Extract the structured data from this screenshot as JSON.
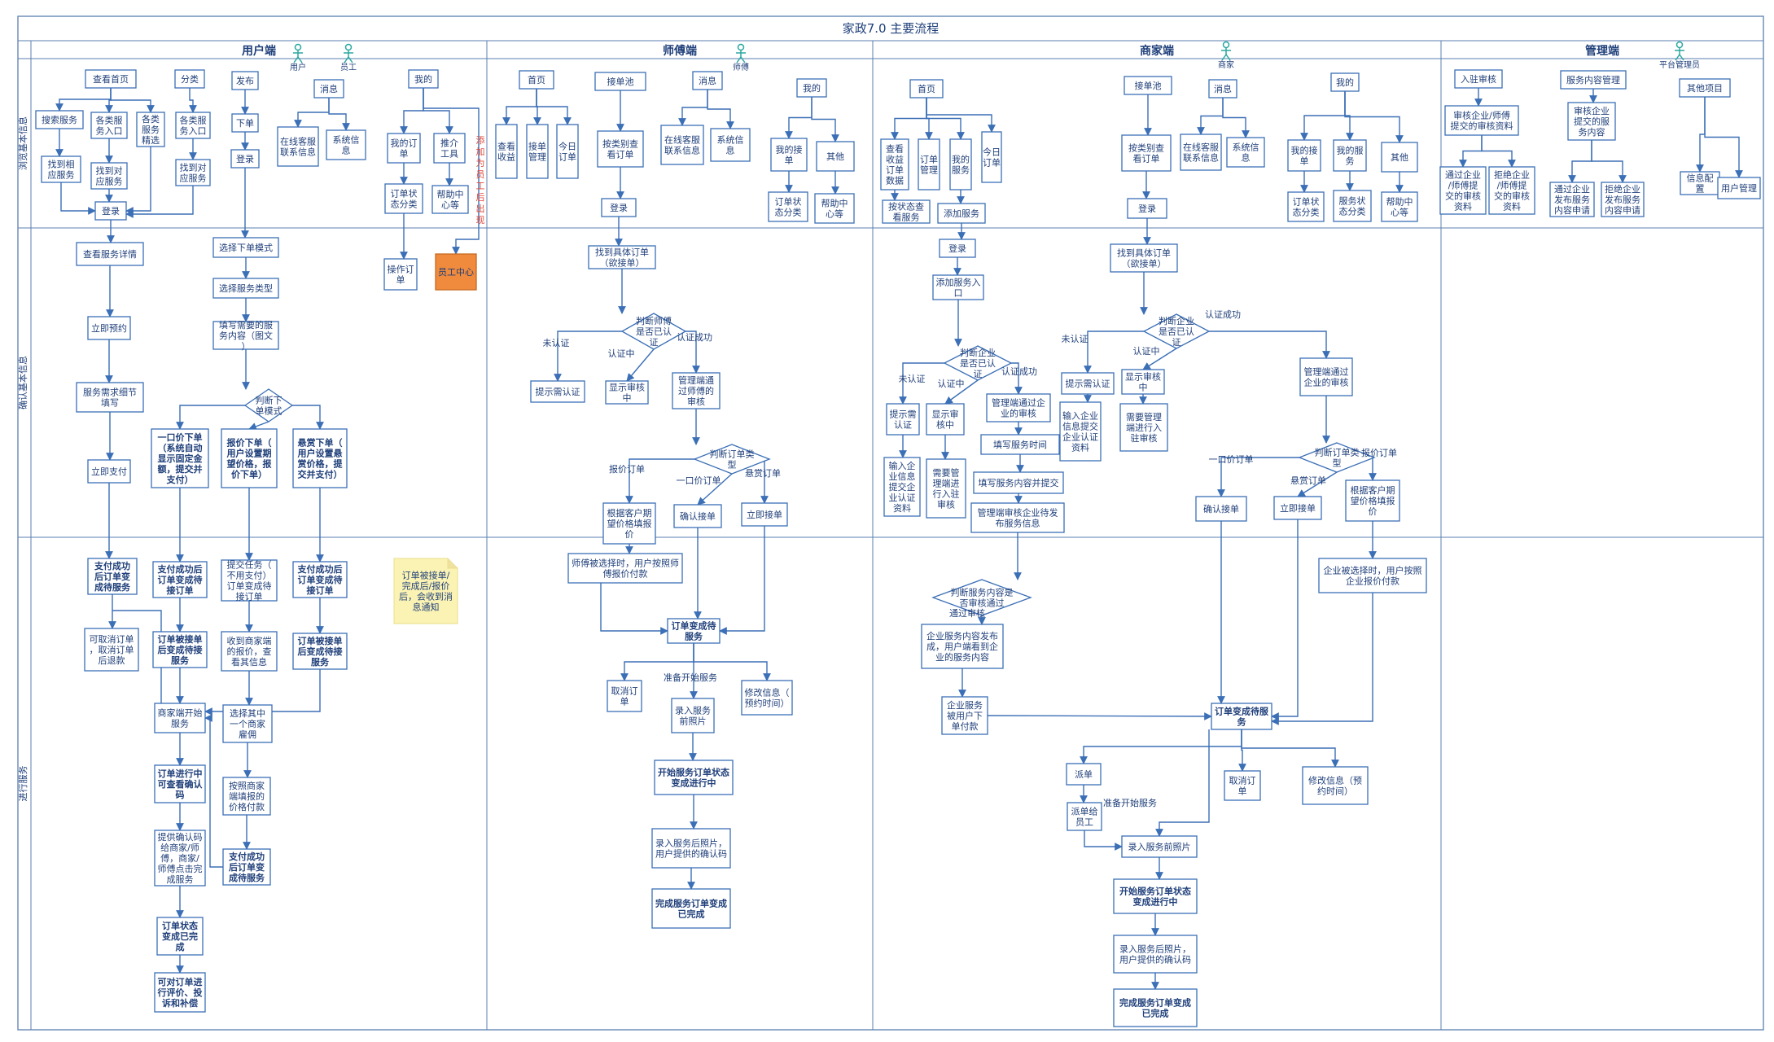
{
  "title": "家政7.0 主要流程",
  "lanes": [
    {
      "label": "用户端",
      "actors": [
        "用户",
        "员工"
      ]
    },
    {
      "label": "师傅端",
      "actors": [
        "师傅"
      ]
    },
    {
      "label": "商家端",
      "actors": [
        "商家"
      ]
    },
    {
      "label": "管理端",
      "actors": [
        "平台管理员"
      ]
    }
  ],
  "phases": [
    "浏览基本信息",
    "确认基本信息",
    "进行服务"
  ],
  "side_note": "添加为员工后出现",
  "sticky_note": "订单被接单/完成后/报价后，会收到消息通知",
  "nodes": [
    {
      "id": "u1",
      "text": "查看首页"
    },
    {
      "id": "u2",
      "text": "分类"
    },
    {
      "id": "u3",
      "text": "发布"
    },
    {
      "id": "u4",
      "text": "消息"
    },
    {
      "id": "u5",
      "text": "我的"
    },
    {
      "id": "u6",
      "text": "搜索服务"
    },
    {
      "id": "u7",
      "text": "各类服务入口"
    },
    {
      "id": "u8",
      "text": "各类服务精选"
    },
    {
      "id": "u9",
      "text": "各类服务入口"
    },
    {
      "id": "u10",
      "text": "找到相应服务"
    },
    {
      "id": "u11",
      "text": "找到对应服务"
    },
    {
      "id": "u12",
      "text": "找到对应服务"
    },
    {
      "id": "u13",
      "text": "登录"
    },
    {
      "id": "u14",
      "text": "下单"
    },
    {
      "id": "u15",
      "text": "登录"
    },
    {
      "id": "u16",
      "text": "在线客服联系信息"
    },
    {
      "id": "u17",
      "text": "系统信息"
    },
    {
      "id": "u18",
      "text": "我的订单"
    },
    {
      "id": "u19",
      "text": "推介工具"
    },
    {
      "id": "u20",
      "text": "订单状态分类"
    },
    {
      "id": "u21",
      "text": "帮助中心等"
    },
    {
      "id": "u22",
      "text": "操作订单"
    },
    {
      "id": "u23",
      "text": "员工中心"
    },
    {
      "id": "u24",
      "text": "查看服务详情"
    },
    {
      "id": "u25",
      "text": "选择下单模式"
    },
    {
      "id": "u26",
      "text": "选择服务类型"
    },
    {
      "id": "u27",
      "text": "立即预约"
    },
    {
      "id": "u28",
      "text": "填写需要的服务内容（图文）"
    },
    {
      "id": "u29",
      "text": "判断下单模式"
    },
    {
      "id": "u30",
      "text": "服务需求细节填写"
    },
    {
      "id": "u31",
      "text": "一口价下单（系统自动显示固定金额，提交并支付）"
    },
    {
      "id": "u32",
      "text": "报价下单（用户设置期望价格，报价下单）"
    },
    {
      "id": "u33",
      "text": "悬赏下单（用户设置悬赏价格，提交并支付）"
    },
    {
      "id": "u34",
      "text": "立即支付"
    },
    {
      "id": "u35",
      "text": "支付成功后订单变成待服务"
    },
    {
      "id": "u36",
      "text": "支付成功后订单变成待接订单"
    },
    {
      "id": "u37",
      "text": "提交任务（不用支付）订单变成待接订单"
    },
    {
      "id": "u38",
      "text": "支付成功后订单变成待接订单"
    },
    {
      "id": "u39",
      "text": "可取消订单，取消订单后退款"
    },
    {
      "id": "u40",
      "text": "订单被接单后变成待接服务"
    },
    {
      "id": "u41",
      "text": "收到商家端的报价，查看其信息"
    },
    {
      "id": "u42",
      "text": "订单被接单后变成待接服务"
    },
    {
      "id": "u43",
      "text": "商家端开始服务"
    },
    {
      "id": "u44",
      "text": "选择其中一个商家雇佣"
    },
    {
      "id": "u45",
      "text": "订单进行中可查看确认码"
    },
    {
      "id": "u46",
      "text": "按照商家端填报的价格付款"
    },
    {
      "id": "u47",
      "text": "提供确认码给商家/师傅，商家/师傅点击完成服务"
    },
    {
      "id": "u48",
      "text": "支付成功后订单变成待服务"
    },
    {
      "id": "u49",
      "text": "订单状态变成已完成"
    },
    {
      "id": "u50",
      "text": "可对订单进行评价、投诉和补偿"
    },
    {
      "id": "m1",
      "text": "首页"
    },
    {
      "id": "m2",
      "text": "接单池"
    },
    {
      "id": "m3",
      "text": "消息"
    },
    {
      "id": "m4",
      "text": "我的"
    },
    {
      "id": "m5",
      "text": "查看收益"
    },
    {
      "id": "m6",
      "text": "接单管理"
    },
    {
      "id": "m7",
      "text": "今日订单"
    },
    {
      "id": "m8",
      "text": "按类别查看订单"
    },
    {
      "id": "m9",
      "text": "在线客服联系信息"
    },
    {
      "id": "m10",
      "text": "系统信息"
    },
    {
      "id": "m11",
      "text": "我的接单"
    },
    {
      "id": "m12",
      "text": "其他"
    },
    {
      "id": "m13",
      "text": "登录"
    },
    {
      "id": "m14",
      "text": "订单状态分类"
    },
    {
      "id": "m15",
      "text": "帮助中心等"
    },
    {
      "id": "m16",
      "text": "找到具体订单（欲接单）"
    },
    {
      "id": "m17",
      "text": "判断师傅是否已认证"
    },
    {
      "id": "m18",
      "text": "提示需认证"
    },
    {
      "id": "m19",
      "text": "显示审核中"
    },
    {
      "id": "m20",
      "text": "管理端通过师傅的审核"
    },
    {
      "id": "m21",
      "text": "判断订单类型"
    },
    {
      "id": "m22",
      "text": "根据客户期望价格填报价"
    },
    {
      "id": "m23",
      "text": "确认接单"
    },
    {
      "id": "m24",
      "text": "立即接单"
    },
    {
      "id": "m25",
      "text": "师傅被选择时，用户按照师傅报价付款"
    },
    {
      "id": "m26",
      "text": "订单变成待服务"
    },
    {
      "id": "m27",
      "text": "取消订单"
    },
    {
      "id": "m28",
      "text": "录入服务前照片"
    },
    {
      "id": "m29",
      "text": "修改信息（预约时间）"
    },
    {
      "id": "m30",
      "text": "开始服务订单状态变成进行中"
    },
    {
      "id": "m31",
      "text": "录入服务后照片，用户提供的确认码"
    },
    {
      "id": "m32",
      "text": "完成服务订单变成已完成"
    },
    {
      "id": "s1",
      "text": "首页"
    },
    {
      "id": "s2",
      "text": "接单池"
    },
    {
      "id": "s3",
      "text": "消息"
    },
    {
      "id": "s4",
      "text": "我的"
    },
    {
      "id": "s5",
      "text": "查看收益订单数据"
    },
    {
      "id": "s6",
      "text": "订单管理"
    },
    {
      "id": "s7",
      "text": "我的服务"
    },
    {
      "id": "s8",
      "text": "今日订单"
    },
    {
      "id": "s9",
      "text": "按类别查看订单"
    },
    {
      "id": "s10",
      "text": "在线客服联系信息"
    },
    {
      "id": "s11",
      "text": "系统信息"
    },
    {
      "id": "s12",
      "text": "我的接单"
    },
    {
      "id": "s13",
      "text": "我的服务"
    },
    {
      "id": "s14",
      "text": "其他"
    },
    {
      "id": "s15",
      "text": "按状态查看服务"
    },
    {
      "id": "s16",
      "text": "添加服务"
    },
    {
      "id": "s17",
      "text": "登录"
    },
    {
      "id": "s18",
      "text": "订单状态分类"
    },
    {
      "id": "s19",
      "text": "服务状态分类"
    },
    {
      "id": "s20",
      "text": "帮助中心等"
    },
    {
      "id": "s21",
      "text": "登录"
    },
    {
      "id": "s22",
      "text": "找到具体订单（欲接单）"
    },
    {
      "id": "s23",
      "text": "添加服务入口"
    },
    {
      "id": "s24",
      "text": "判断企业是否已认证"
    },
    {
      "id": "s25",
      "text": "判断企业是否已认证"
    },
    {
      "id": "s26",
      "text": "提示需认证"
    },
    {
      "id": "s27",
      "text": "显示审核中"
    },
    {
      "id": "s28",
      "text": "管理端通过企业的审核"
    },
    {
      "id": "s29",
      "text": "提示需认证"
    },
    {
      "id": "s30",
      "text": "显示审核中"
    },
    {
      "id": "s31",
      "text": "管理端通过企业的审核"
    },
    {
      "id": "s32",
      "text": "填写服务时间"
    },
    {
      "id": "s33",
      "text": "输入企业信息提交企业认证资料"
    },
    {
      "id": "s34",
      "text": "需要管理端进行入驻审核"
    },
    {
      "id": "s35",
      "text": "输入企业信息提交企业认证资料"
    },
    {
      "id": "s36",
      "text": "需要管理端进行入驻审核"
    },
    {
      "id": "s37",
      "text": "判断订单类型"
    },
    {
      "id": "s38",
      "text": "填写服务内容并提交"
    },
    {
      "id": "s39",
      "text": "确认接单"
    },
    {
      "id": "s40",
      "text": "立即接单"
    },
    {
      "id": "s41",
      "text": "根据客户期望价格填报价"
    },
    {
      "id": "s42",
      "text": "管理端审核企业待发布服务信息"
    },
    {
      "id": "s43",
      "text": "判断服务内容是否审核通过"
    },
    {
      "id": "s44",
      "text": "企业被选择时，用户按照企业报价付款"
    },
    {
      "id": "s45",
      "text": "企业服务内容发布成，用户端看到企业的服务内容"
    },
    {
      "id": "s46",
      "text": "企业服务被用户下单付款"
    },
    {
      "id": "s47",
      "text": "订单变成待服务"
    },
    {
      "id": "s48",
      "text": "派单"
    },
    {
      "id": "s49",
      "text": "取消订单"
    },
    {
      "id": "s50",
      "text": "修改信息（预约时间）"
    },
    {
      "id": "s51",
      "text": "派单给员工"
    },
    {
      "id": "s52",
      "text": "录入服务前照片"
    },
    {
      "id": "s53",
      "text": "开始服务订单状态变成进行中"
    },
    {
      "id": "s54",
      "text": "录入服务后照片，用户提供的确认码"
    },
    {
      "id": "s55",
      "text": "完成服务订单变成已完成"
    },
    {
      "id": "a1",
      "text": "入驻审核"
    },
    {
      "id": "a2",
      "text": "服务内容管理"
    },
    {
      "id": "a3",
      "text": "其他项目"
    },
    {
      "id": "a4",
      "text": "审核企业/师傅提交的审核资料"
    },
    {
      "id": "a5",
      "text": "审核企业提交的服务内容"
    },
    {
      "id": "a6",
      "text": "通过企业/师傅提交的审核资料"
    },
    {
      "id": "a7",
      "text": "拒绝企业/师傅提交的审核资料"
    },
    {
      "id": "a8",
      "text": "通过企业发布服务内容申请"
    },
    {
      "id": "a9",
      "text": "拒绝企业发布服务内容申请"
    },
    {
      "id": "a10",
      "text": "信息配置"
    },
    {
      "id": "a11",
      "text": "用户管理"
    }
  ],
  "edge_labels": [
    "未认证",
    "认证中",
    "认证成功",
    "报价订单",
    "一口价订单",
    "悬赏订单",
    "准备开始服务",
    "未认证",
    "认证中",
    "认证成功",
    "未认证",
    "认证中",
    "认证成功",
    "一口价订单",
    "悬赏订单",
    "报价订单",
    "通过审核",
    "准备开始服务"
  ]
}
